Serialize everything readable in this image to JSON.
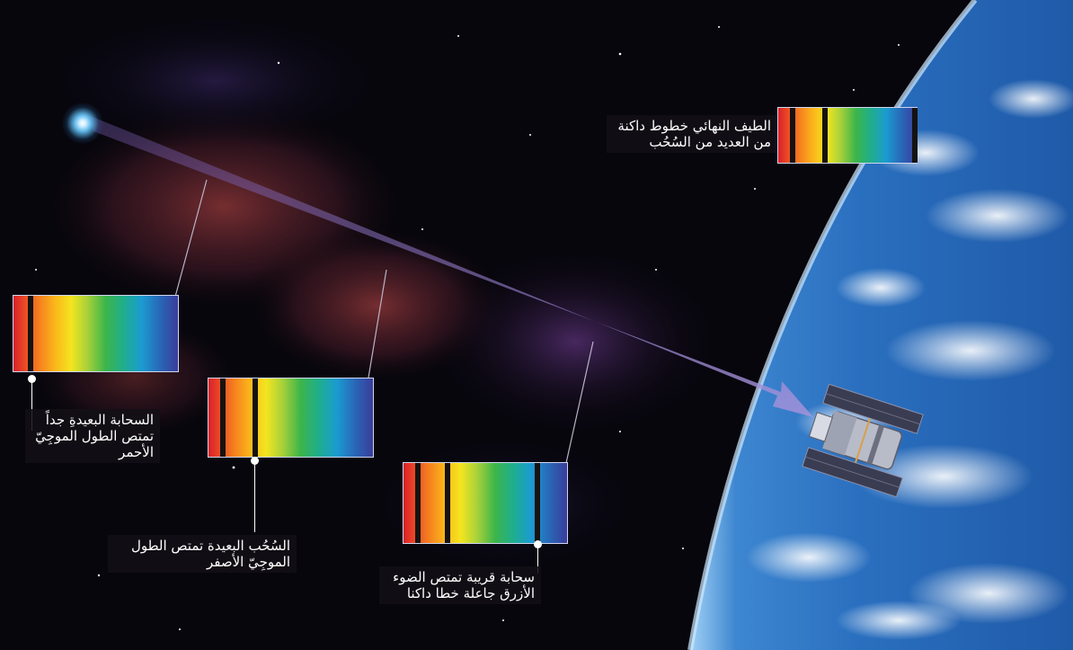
{
  "captions": {
    "final_spectrum": "الطيف النهائي خطوط داكنة من العديد من السُحُب",
    "very_far_cloud": "السحابة البعيدةِ جداً تمتص الطول الموجِيّ الأحمر",
    "far_clouds": "السُحُب البعيدة تمتص الطول الموجِيّ الأصفر",
    "near_cloud": "سحابة قريبة تمتص الضوء الأزرق جاعلة خطا داكنا"
  },
  "colors": {
    "space": "#07060d",
    "nebula": "#b04a4a",
    "arrow": "#8f7bc8",
    "earth_ocean": "#2f78c8",
    "cloud_white": "#ffffff",
    "caption_bg": "#121016"
  },
  "icons": {
    "source_star": "star-icon",
    "telescope": "hubble-telescope-icon",
    "planet": "earth-icon"
  }
}
